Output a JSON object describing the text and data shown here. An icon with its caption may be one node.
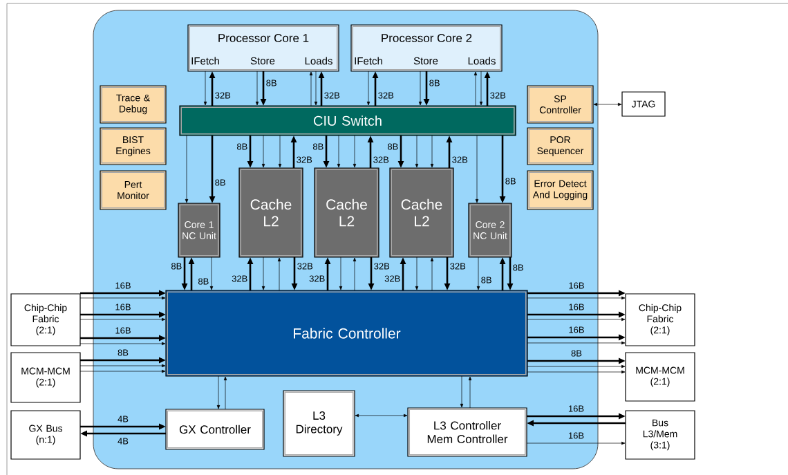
{
  "diagram": {
    "nodes": [
      {
        "text": [
          "Processor Core 1",
          "IFetch",
          "Store",
          "Loads"
        ]
      },
      {
        "text": [
          "Processor Core 2",
          "IFetch",
          "Store",
          "Loads"
        ]
      },
      {
        "text": [
          "Trace & Debug"
        ]
      },
      {
        "text": [
          "BIST Engines"
        ]
      },
      {
        "text": [
          "Pert Monitor"
        ]
      },
      {
        "text": [
          "SP Controller"
        ]
      },
      {
        "text": [
          "JTAG"
        ]
      },
      {
        "text": [
          "POR Sequencer"
        ]
      },
      {
        "text": [
          "Error Detect And Logging"
        ]
      },
      {
        "text": [
          "CIU Switch"
        ]
      },
      {
        "text": [
          "Core 1 NC Unit"
        ]
      },
      {
        "text": [
          "Cache L2"
        ]
      },
      {
        "text": [
          "Cache L2"
        ]
      },
      {
        "text": [
          "Cache L2"
        ]
      },
      {
        "text": [
          "Core 2 NC Unit"
        ]
      },
      {
        "text": [
          "Fabric Controller"
        ]
      },
      {
        "text": [
          "Chip-Chip Fabric (2:1)"
        ]
      },
      {
        "text": [
          "MCM-MCM (2:1)"
        ]
      },
      {
        "text": [
          "GX Bus (n:1)"
        ]
      },
      {
        "text": [
          "GX Controller"
        ]
      },
      {
        "text": [
          "L3 Directory"
        ]
      },
      {
        "text": [
          "L3 Controller Mem Controller"
        ]
      },
      {
        "text": [
          "Chip-Chip Fabric (2:1)"
        ]
      },
      {
        "text": [
          "MCM-MCM (2:1)"
        ]
      },
      {
        "text": [
          "Bus L3/Mem (3:1)"
        ]
      }
    ],
    "edges": [
      {
        "from": 0,
        "to": 9,
        "arrow": "to"
      },
      {
        "from": 9,
        "to": 0,
        "arrow": "to",
        "style": "thick",
        "label": "32B"
      },
      {
        "from": 0,
        "to": 9,
        "arrow": "to"
      },
      {
        "from": 0,
        "to": 9,
        "arrow": "to",
        "style": "thick",
        "label": "8B"
      },
      {
        "from": 9,
        "to": 0,
        "arrow": "to"
      },
      {
        "from": 0,
        "to": 9,
        "arrow": "to"
      },
      {
        "from": 9,
        "to": 0,
        "arrow": "to",
        "style": "thick",
        "label": "32B"
      },
      {
        "from": 1,
        "to": 9,
        "arrow": "to"
      },
      {
        "from": 9,
        "to": 1,
        "arrow": "to",
        "style": "thick",
        "label": "32B"
      },
      {
        "from": 1,
        "to": 9,
        "arrow": "to"
      },
      {
        "from": 1,
        "to": 9,
        "arrow": "to",
        "style": "thick",
        "label": "8B"
      },
      {
        "from": 9,
        "to": 1,
        "arrow": "to"
      },
      {
        "from": 1,
        "to": 9,
        "arrow": "to"
      },
      {
        "from": 9,
        "to": 1,
        "arrow": "to",
        "style": "thick",
        "label": "32B"
      },
      {
        "from": 5,
        "to": 6,
        "arrow": "both"
      },
      {
        "from": 9,
        "to": 10,
        "arrow": "to"
      },
      {
        "from": 9,
        "to": 10,
        "arrow": "to",
        "style": "thick",
        "label": "8B"
      },
      {
        "from": 9,
        "to": 11,
        "arrow": "to",
        "style": "thick",
        "label": "8B"
      },
      {
        "from": 9,
        "to": 11,
        "arrow": "to"
      },
      {
        "from": 9,
        "to": 11,
        "arrow": "to"
      },
      {
        "from": 11,
        "to": 9,
        "arrow": "to",
        "style": "thick",
        "label": "32B"
      },
      {
        "from": 9,
        "to": 12,
        "arrow": "to",
        "style": "thick",
        "label": "8B"
      },
      {
        "from": 9,
        "to": 12,
        "arrow": "to"
      },
      {
        "from": 9,
        "to": 12,
        "arrow": "to"
      },
      {
        "from": 12,
        "to": 9,
        "arrow": "to",
        "style": "thick",
        "label": "32B"
      },
      {
        "from": 9,
        "to": 13,
        "arrow": "to",
        "style": "thick",
        "label": "8B"
      },
      {
        "from": 9,
        "to": 13,
        "arrow": "to"
      },
      {
        "from": 9,
        "to": 13,
        "arrow": "to"
      },
      {
        "from": 13,
        "to": 9,
        "arrow": "to",
        "style": "thick",
        "label": "32B"
      },
      {
        "from": 9,
        "to": 14,
        "arrow": "to"
      },
      {
        "from": 9,
        "to": 14,
        "arrow": "to",
        "style": "thick",
        "label": "8B"
      },
      {
        "from": 10,
        "to": 15,
        "arrow": "to",
        "style": "thick",
        "label": "8B"
      },
      {
        "from": 15,
        "to": 10,
        "arrow": "to",
        "style": "thick"
      },
      {
        "from": 10,
        "to": 15,
        "arrow": "to",
        "label": "8B"
      },
      {
        "from": 15,
        "to": 11,
        "arrow": "to",
        "style": "thick",
        "label": "32B"
      },
      {
        "from": 11,
        "to": 15,
        "arrow": "to"
      },
      {
        "from": 15,
        "to": 11,
        "arrow": "to"
      },
      {
        "from": 11,
        "to": 15,
        "arrow": "to",
        "style": "thick",
        "label": "32B"
      },
      {
        "from": 15,
        "to": 12,
        "arrow": "to",
        "style": "thick",
        "label": "32B"
      },
      {
        "from": 12,
        "to": 15,
        "arrow": "to"
      },
      {
        "from": 15,
        "to": 12,
        "arrow": "to"
      },
      {
        "from": 12,
        "to": 15,
        "arrow": "to",
        "style": "thick",
        "label": "32B"
      },
      {
        "from": 15,
        "to": 13,
        "arrow": "to",
        "style": "thick",
        "label": "32B"
      },
      {
        "from": 13,
        "to": 15,
        "arrow": "to"
      },
      {
        "from": 15,
        "to": 13,
        "arrow": "to"
      },
      {
        "from": 13,
        "to": 15,
        "arrow": "to",
        "style": "thick",
        "label": "32B"
      },
      {
        "from": 14,
        "to": 15,
        "arrow": "to",
        "label": "8B"
      },
      {
        "from": 15,
        "to": 14,
        "arrow": "to",
        "style": "thick"
      },
      {
        "from": 14,
        "to": 15,
        "arrow": "to",
        "style": "thick",
        "label": "8B"
      },
      {
        "from": 16,
        "to": 15,
        "arrow": "to",
        "style": "thick",
        "label": "16B"
      },
      {
        "from": 16,
        "to": 15,
        "arrow": "to"
      },
      {
        "from": 16,
        "to": 15,
        "arrow": "to",
        "style": "thick",
        "label": "16B"
      },
      {
        "from": 16,
        "to": 15,
        "arrow": "to"
      },
      {
        "from": 16,
        "to": 15,
        "arrow": "to",
        "style": "thick",
        "label": "16B"
      },
      {
        "from": 16,
        "to": 15,
        "arrow": "to"
      },
      {
        "from": 17,
        "to": 15,
        "arrow": "to",
        "style": "thick",
        "label": "8B"
      },
      {
        "from": 17,
        "to": 15,
        "arrow": "to"
      },
      {
        "from": 17,
        "to": 15,
        "arrow": "to"
      },
      {
        "from": 15,
        "to": 22,
        "arrow": "to",
        "style": "thick",
        "label": "16B"
      },
      {
        "from": 15,
        "to": 22,
        "arrow": "to"
      },
      {
        "from": 15,
        "to": 22,
        "arrow": "to",
        "style": "thick",
        "label": "16B"
      },
      {
        "from": 15,
        "to": 22,
        "arrow": "to"
      },
      {
        "from": 15,
        "to": 22,
        "arrow": "to",
        "style": "thick",
        "label": "16B"
      },
      {
        "from": 15,
        "to": 22,
        "arrow": "to"
      },
      {
        "from": 15,
        "to": 23,
        "arrow": "to",
        "style": "thick",
        "label": "8B"
      },
      {
        "from": 15,
        "to": 23,
        "arrow": "to"
      },
      {
        "from": 15,
        "to": 23,
        "arrow": "to"
      },
      {
        "from": 15,
        "to": 19,
        "arrow": "to"
      },
      {
        "from": 19,
        "to": 15,
        "arrow": "to"
      },
      {
        "from": 15,
        "to": 21,
        "arrow": "to"
      },
      {
        "from": 21,
        "to": 15,
        "arrow": "to"
      },
      {
        "from": 20,
        "to": 21,
        "arrow": "both"
      },
      {
        "from": 18,
        "to": 19,
        "arrow": "to",
        "style": "thick",
        "label": "4B"
      },
      {
        "from": 19,
        "to": 18,
        "arrow": "to",
        "style": "thick",
        "label": "4B"
      },
      {
        "from": 21,
        "to": 24,
        "arrow": "to",
        "style": "thick",
        "label": "16B"
      },
      {
        "from": 24,
        "to": 21,
        "arrow": "to",
        "style": "thick"
      },
      {
        "from": 21,
        "to": 24,
        "arrow": "to",
        "label": "16B"
      }
    ]
  }
}
